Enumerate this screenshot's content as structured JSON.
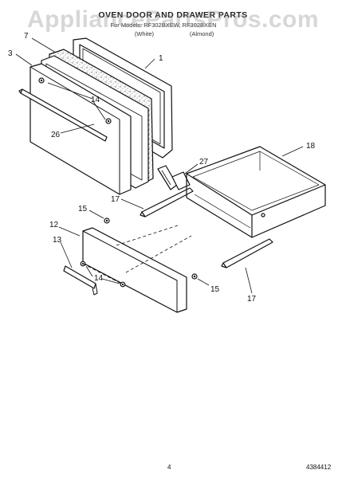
{
  "header": {
    "title": "OVEN DOOR AND DRAWER PARTS",
    "models": "For Models: RF302BXEW, RF302BXEN",
    "color_white": "(White)",
    "color_almond": "(Almond)"
  },
  "watermark": "AppliancePartsPros.com",
  "callouts": {
    "c1": "1",
    "c3": "3",
    "c7": "7",
    "c12": "12",
    "c13": "13",
    "c14a": "14",
    "c14b": "14",
    "c15a": "15",
    "c15b": "15",
    "c17a": "17",
    "c17b": "17",
    "c18": "18",
    "c26": "26",
    "c27": "27"
  },
  "footer": {
    "page": "4",
    "doc_number": "4384412"
  }
}
